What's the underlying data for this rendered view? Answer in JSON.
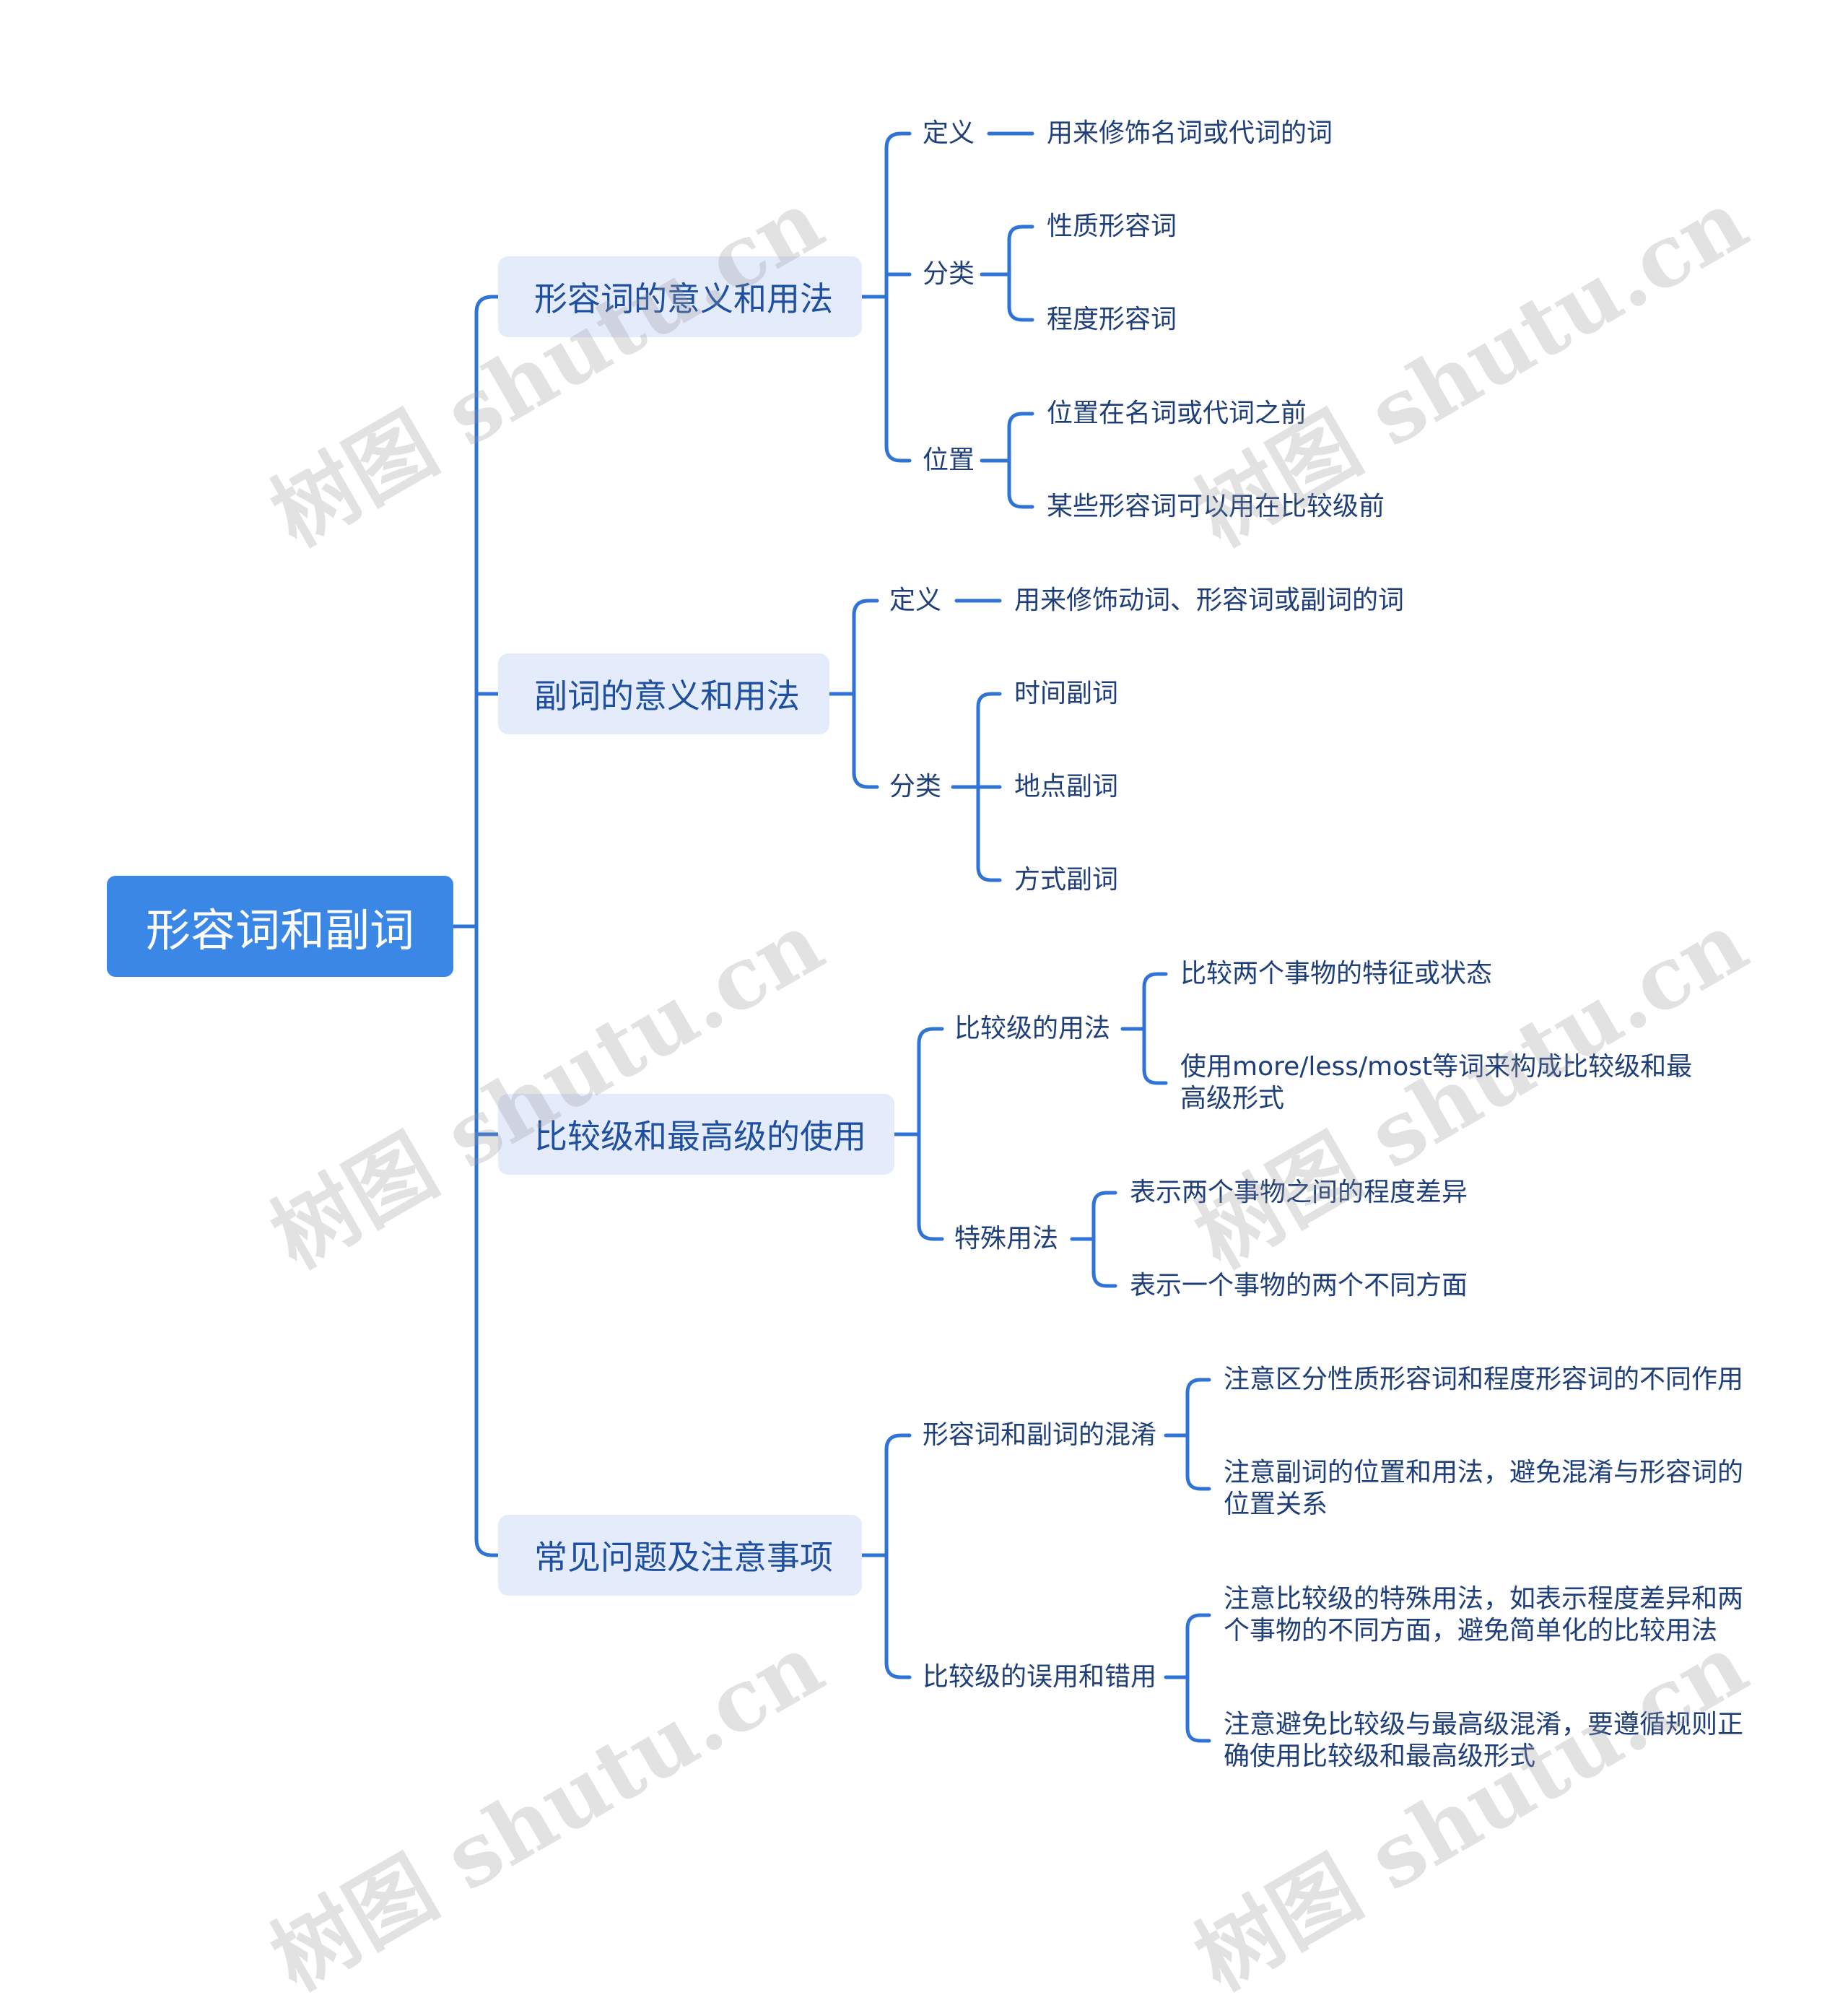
{
  "root": "形容词和副词",
  "branches": [
    {
      "label": "形容词的意义和用法",
      "children": [
        {
          "label": "定义",
          "items": [
            "用来修饰名词或代词的词"
          ]
        },
        {
          "label": "分类",
          "items": [
            "性质形容词",
            "程度形容词"
          ]
        },
        {
          "label": "位置",
          "items": [
            "位置在名词或代词之前",
            "某些形容词可以用在比较级前"
          ]
        }
      ]
    },
    {
      "label": "副词的意义和用法",
      "children": [
        {
          "label": "定义",
          "items": [
            "用来修饰动词、形容词或副词的词"
          ]
        },
        {
          "label": "分类",
          "items": [
            "时间副词",
            "地点副词",
            "方式副词"
          ]
        }
      ]
    },
    {
      "label": "比较级和最高级的使用",
      "children": [
        {
          "label": "比较级的用法",
          "items": [
            "比较两个事物的特征或状态",
            "使用more/less/most等词来构成比较级和最高级形式"
          ]
        },
        {
          "label": "特殊用法",
          "items": [
            "表示两个事物之间的程度差异",
            "表示一个事物的两个不同方面"
          ]
        }
      ]
    },
    {
      "label": "常见问题及注意事项",
      "children": [
        {
          "label": "形容词和副词的混淆",
          "items": [
            "注意区分性质形容词和程度形容词的不同作用",
            "注意副词的位置和用法，避免混淆与形容词的位置关系"
          ]
        },
        {
          "label": "比较级的误用和错用",
          "items": [
            "注意比较级的特殊用法，如表示程度差异和两个事物的不同方面，避免简单化的比较用法",
            "注意避免比较级与最高级混淆，要遵循规则正确使用比较级和最高级形式"
          ]
        }
      ]
    }
  ],
  "watermark": "树图 shutu.cn",
  "colors": {
    "line": "#2f73d6",
    "root_bg": "#3a87e6",
    "branch_bg": "#e4ebfb",
    "text": "#1f3f7a"
  }
}
